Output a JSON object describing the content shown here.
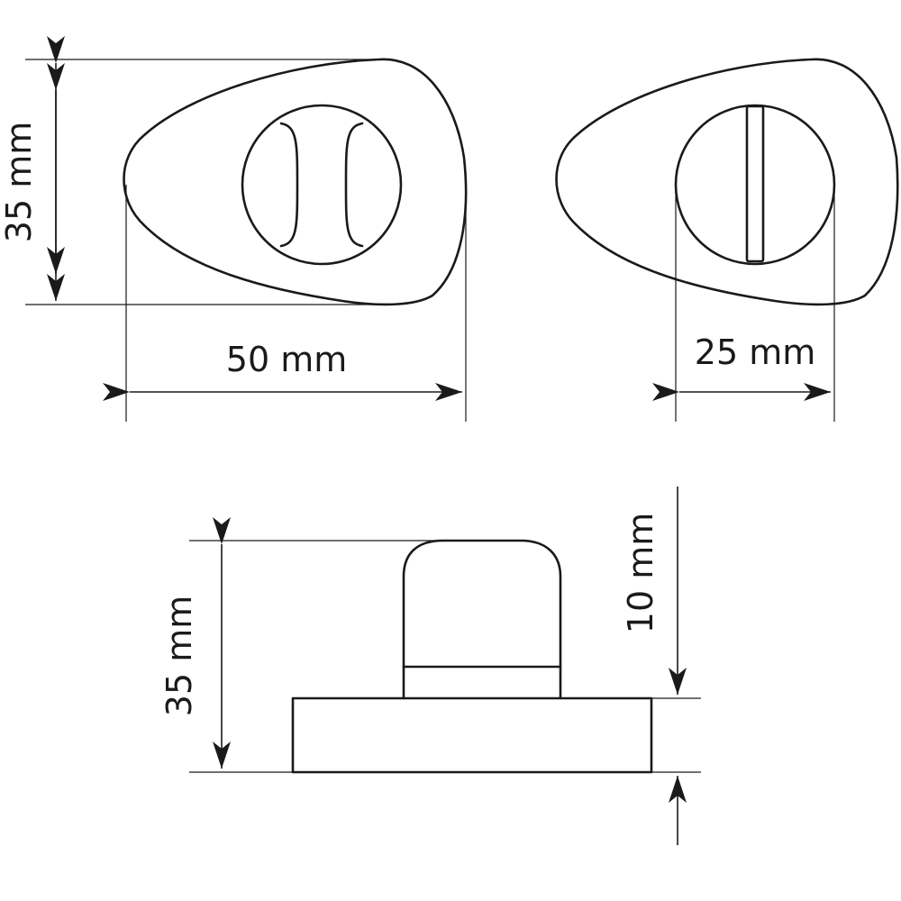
{
  "dimensions": {
    "front_height": "35 mm",
    "front_width": "50 mm",
    "back_width": "25 mm",
    "side_height": "35 mm",
    "side_thickness": "10 mm"
  },
  "colors": {
    "line": "#1a1a1a",
    "background": "#ffffff"
  }
}
